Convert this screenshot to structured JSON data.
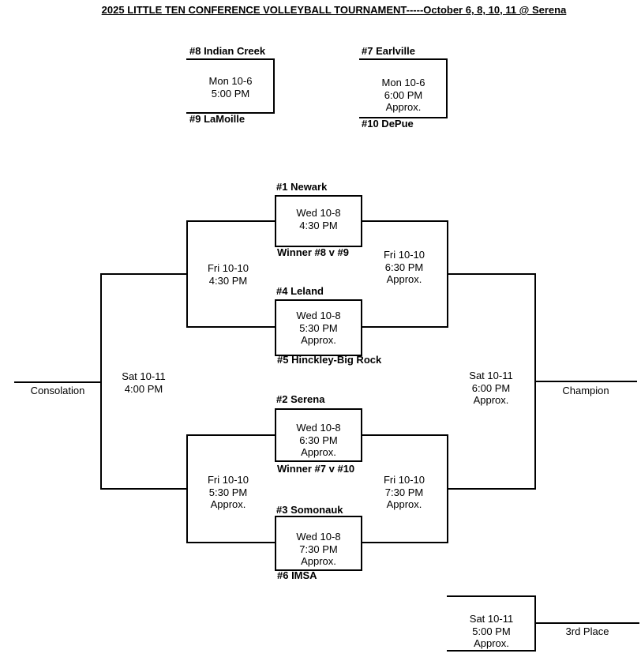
{
  "title": "2025 LITTLE TEN CONFERENCE VOLLEYBALL TOURNAMENT-----October 6, 8, 10, 11 @ Serena",
  "play_in": [
    {
      "top_team": "#8 Indian Creek",
      "bottom_team": "#9 LaMoille",
      "when": "Mon 10-6\n5:00 PM"
    },
    {
      "top_team": "#7 Earlville",
      "bottom_team": "#10 DePue",
      "when": "Mon 10-6\n6:00 PM\nApprox."
    }
  ],
  "quarterfinals": [
    {
      "top_team": "#1 Newark",
      "bottom_team": "Winner #8 v #9",
      "when": "Wed 10-8\n4:30 PM"
    },
    {
      "top_team": "#4 Leland",
      "bottom_team": "#5 Hinckley-Big Rock",
      "when": "Wed 10-8\n5:30 PM\nApprox."
    },
    {
      "top_team": "#2 Serena",
      "bottom_team": "Winner #7 v #10",
      "when": "Wed 10-8\n6:30 PM\nApprox."
    },
    {
      "top_team": "#3 Somonauk",
      "bottom_team": "#6 IMSA",
      "when": "Wed 10-8\n7:30 PM\nApprox."
    }
  ],
  "semifinals": {
    "consolation_upper": "Fri 10-10\n4:30 PM",
    "consolation_lower": "Fri 10-10\n5:30 PM\nApprox.",
    "championship_upper": "Fri 10-10\n6:30 PM\nApprox.",
    "championship_lower": "Fri 10-10\n7:30 PM\nApprox."
  },
  "finals": {
    "consolation": "Sat 10-11\n4:00 PM",
    "championship": "Sat 10-11\n6:00 PM\nApprox.",
    "third_place": "Sat 10-11\n5:00 PM\nApprox."
  },
  "result_labels": {
    "consolation": "Consolation",
    "champion": "Champion",
    "third_place": "3rd Place"
  }
}
